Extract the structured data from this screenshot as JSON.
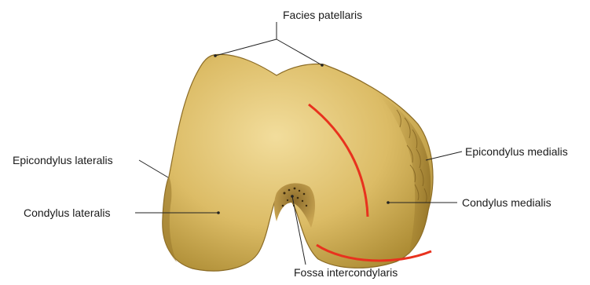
{
  "labels": {
    "facies_patellaris": "Facies patellaris",
    "epicondylus_lateralis": "Epicondylus lateralis",
    "condylus_lateralis": "Condylus lateralis",
    "epicondylus_medialis": "Epicondylus medialis",
    "condylus_medialis": "Condylus medialis",
    "fossa_intercondylaris": "Fossa intercondylaris"
  },
  "colors": {
    "bone_light": "#ecd48a",
    "bone_mid": "#d4b257",
    "bone_dark": "#9a7a2c",
    "highlight": "#e8321e",
    "leader_line": "#222222"
  }
}
